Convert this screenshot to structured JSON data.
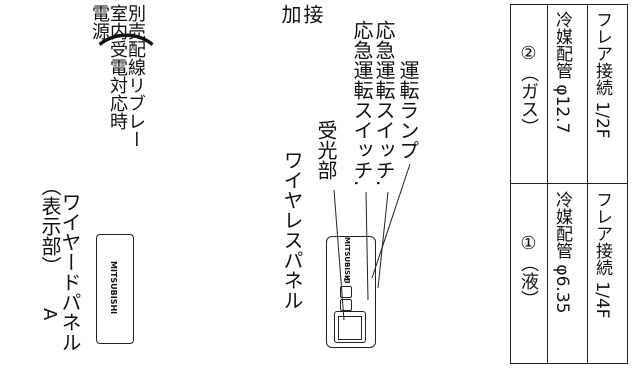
{
  "labels": {
    "a_mark": "A",
    "wired_panel": "ワイヤードパネル",
    "display_part": "（表示部）",
    "brace_1": "電源",
    "brace_2": "室内受電対応時",
    "brace_3": "別売配線リブレー",
    "wireless_panel": "ワイヤレスパネル",
    "receiver": "受光部",
    "emergency_switch_1": "応急運転スイッチ.",
    "emergency_switch_2": "応急運転スイッチ.",
    "run_lamp": "運転ランプ",
    "top_note_1": "加",
    "top_note_2": "接"
  },
  "logos": {
    "wired": "MITSUBISHI",
    "wireless": "MITSUBISHI"
  },
  "table": {
    "header_liquid": "①（液）",
    "header_gas": "②（ガス）",
    "liquid_pipe": "冷媒配管 φ6.35",
    "liquid_flare": "フレア接続 1/4F",
    "gas_pipe": "冷媒配管 φ12.7",
    "gas_flare": "フレア接続 1/2F"
  }
}
